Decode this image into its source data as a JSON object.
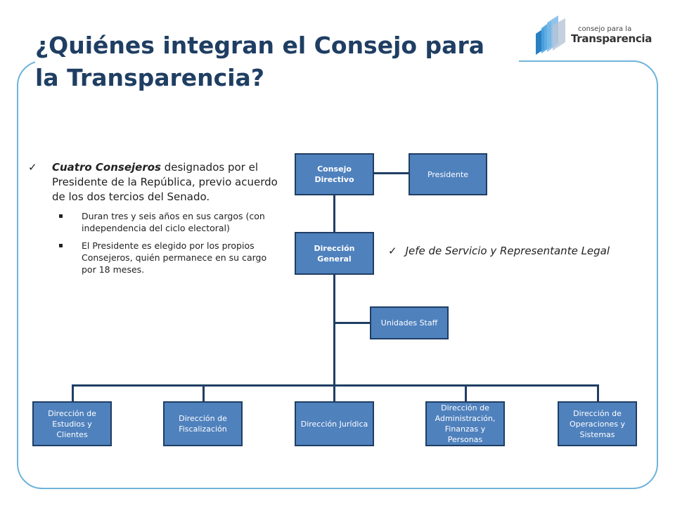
{
  "title": "¿Quiénes integran el Consejo para la Transparencia?",
  "logo": {
    "small_text": "consejo para la",
    "big_text": "Transparencia"
  },
  "bullet_main": {
    "emphasis": "Cuatro Consejeros",
    "text": " designados por el Presidente de la República, previo acuerdo de los dos tercios del Senado."
  },
  "sub_bullets": [
    "Duran tres y seis años en sus cargos (con independencia del ciclo electoral)",
    "El Presidente es elegido por los propios Consejeros, quién permanece en su cargo por 18 meses."
  ],
  "org": {
    "consejo": "Consejo Directivo",
    "presidente": "Presidente",
    "direccion_general": "Dirección General",
    "unidades_staff": "Unidades Staff",
    "jefe_note": "Jefe de Servicio y Representante Legal",
    "departments": [
      "Dirección de Estudios y Clientes",
      "Dirección de Fiscalización",
      "Dirección Jurídica",
      "Dirección de Administración, Finanzas y Personas",
      "Dirección de Operaciones y Sistemas"
    ]
  },
  "colors": {
    "box_fill": "#4f81bd",
    "box_border": "#1f3e63",
    "title": "#1f3e63",
    "frame": "#6fb3da"
  }
}
